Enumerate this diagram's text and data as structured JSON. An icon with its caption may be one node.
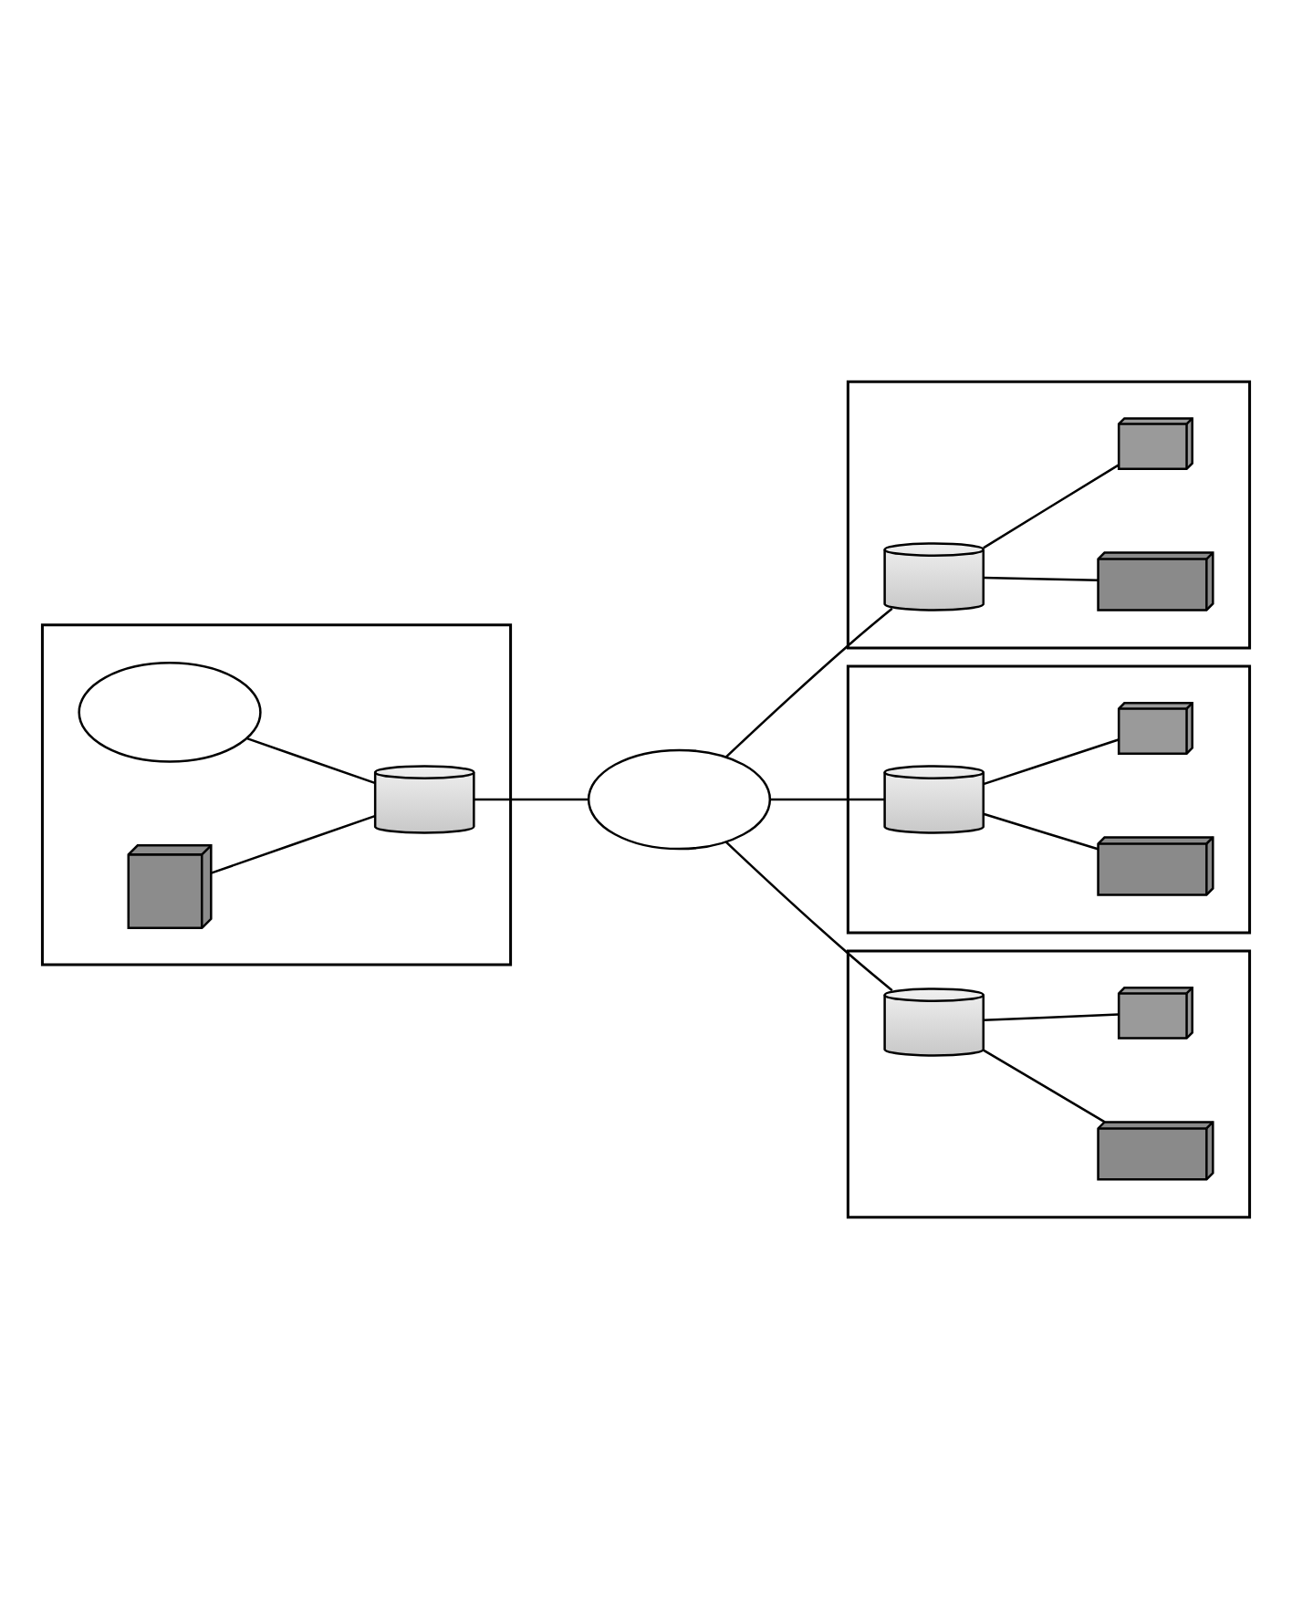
{
  "diagram": {
    "nodes": [
      {
        "text": [],
        "shape": "box"
      },
      {
        "text": [],
        "shape": "cloud",
        "in": 0
      },
      {
        "text": [],
        "shape": "router",
        "in": 0
      },
      {
        "text": [],
        "shape": "server",
        "in": 0
      },
      {
        "text": [],
        "shape": "cloud"
      },
      {
        "text": [],
        "shape": "box"
      },
      {
        "text": [],
        "shape": "router",
        "in": 5
      },
      {
        "text": [],
        "shape": "fax",
        "in": 5
      },
      {
        "text": [],
        "shape": "telephone",
        "in": 5
      },
      {
        "text": [],
        "shape": "box"
      },
      {
        "text": [],
        "shape": "router",
        "in": 9
      },
      {
        "text": [],
        "shape": "fax",
        "in": 9
      },
      {
        "text": [],
        "shape": "telephone",
        "in": 9
      },
      {
        "text": [],
        "shape": "box"
      },
      {
        "text": [],
        "shape": "router",
        "in": 13
      },
      {
        "text": [],
        "shape": "fax",
        "in": 13
      },
      {
        "text": [],
        "shape": "telephone",
        "in": 13
      }
    ],
    "edges": [
      {
        "from": 1,
        "to": 2,
        "arrow": "none"
      },
      {
        "from": 3,
        "to": 2,
        "arrow": "none"
      },
      {
        "from": 2,
        "to": 4,
        "arrow": "none"
      },
      {
        "from": 4,
        "to": 6,
        "arrow": "none"
      },
      {
        "from": 4,
        "to": 10,
        "arrow": "none"
      },
      {
        "from": 4,
        "to": 14,
        "arrow": "none"
      },
      {
        "from": 6,
        "to": 7,
        "arrow": "none"
      },
      {
        "from": 6,
        "to": 8,
        "arrow": "none"
      },
      {
        "from": 10,
        "to": 11,
        "arrow": "none"
      },
      {
        "from": 10,
        "to": 12,
        "arrow": "none"
      },
      {
        "from": 14,
        "to": 15,
        "arrow": "none"
      },
      {
        "from": 14,
        "to": 16,
        "arrow": "none"
      }
    ]
  }
}
